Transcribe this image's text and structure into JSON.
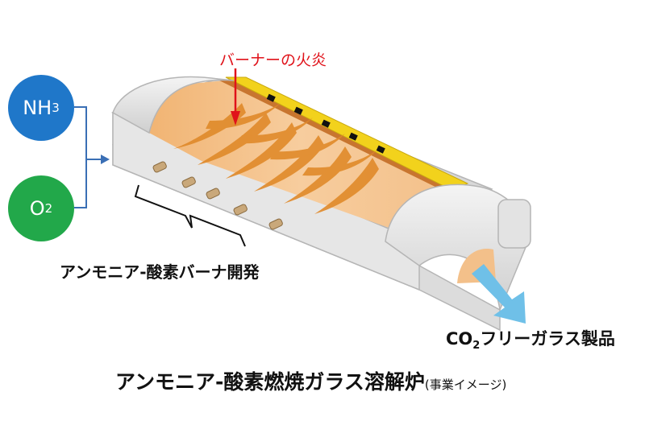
{
  "inputs": {
    "nh3": {
      "base": "NH",
      "sub": "3"
    },
    "o2": {
      "base": "O",
      "sub": "2"
    }
  },
  "labels": {
    "burner_flame": "バーナーの火炎",
    "burner_development": "アンモニア-酸素バーナ開発",
    "product_base": "CO",
    "product_sub": "2",
    "product_rest": "フリーガラス製品"
  },
  "caption": {
    "title": "アンモニア-酸素燃焼ガラス溶解炉",
    "note": "(事業イメージ)"
  },
  "colors": {
    "nh3": "#1f77c9",
    "o2": "#22a84a",
    "flame_label": "#e0121a",
    "furnace_body": "#e6e6e6",
    "molten_glass": "#f5c48f",
    "flame": "#e08a2a",
    "burner_strip": "#f2d21c",
    "output_arrow": "#6fc0e8",
    "connector": "#3a6fb5"
  },
  "icons": [
    "flow-arrow-icon",
    "output-arrow-icon",
    "flame-pointer-arrow-icon",
    "bracket-icon"
  ]
}
